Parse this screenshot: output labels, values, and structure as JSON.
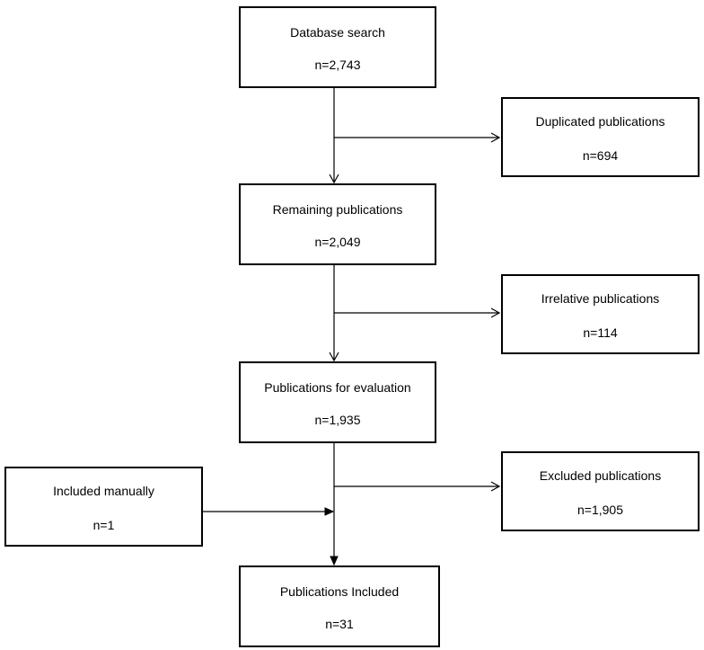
{
  "boxes": {
    "database_search": {
      "label": "Database search",
      "count": "n=2,743"
    },
    "duplicated": {
      "label": "Duplicated publications",
      "count": "n=694"
    },
    "remaining": {
      "label": "Remaining publications",
      "count": "n=2,049"
    },
    "irrelative": {
      "label": "Irrelative publications",
      "count": "n=114"
    },
    "evaluation": {
      "label": "Publications for evaluation",
      "count": "n=1,935"
    },
    "excluded": {
      "label": "Excluded publications",
      "count": "n=1,905"
    },
    "manual": {
      "label": "Included manually",
      "count": "n=1"
    },
    "included": {
      "label": "Publications Included",
      "count": "n=31"
    }
  },
  "colors": {
    "stroke": "#000000",
    "background": "#ffffff"
  }
}
